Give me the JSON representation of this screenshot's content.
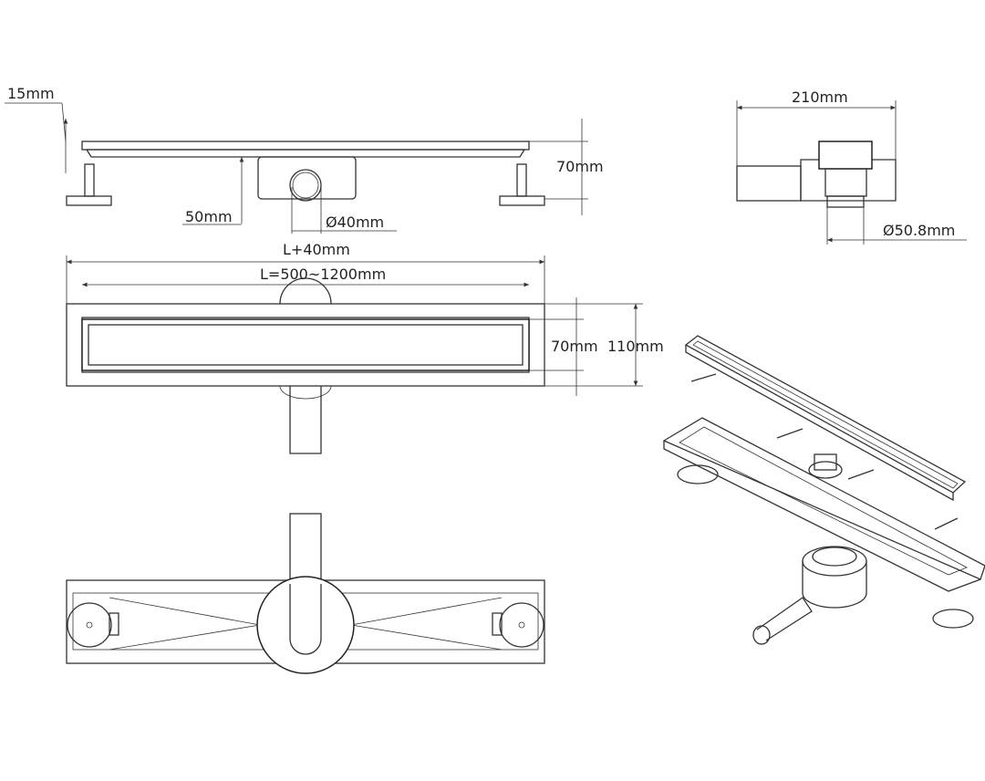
{
  "dimensions": {
    "plate_thickness": "15mm",
    "total_height": "70mm",
    "outlet_height": "50mm",
    "outlet_diameter": "Ø40mm",
    "overall_length": "L+40mm",
    "channel_length": "L=500~1200mm",
    "channel_width": "70mm",
    "overall_width": "110mm",
    "section_width": "210mm",
    "section_outlet_diameter": "Ø50.8mm"
  },
  "colors": {
    "line": "#333333",
    "background": "#ffffff"
  }
}
